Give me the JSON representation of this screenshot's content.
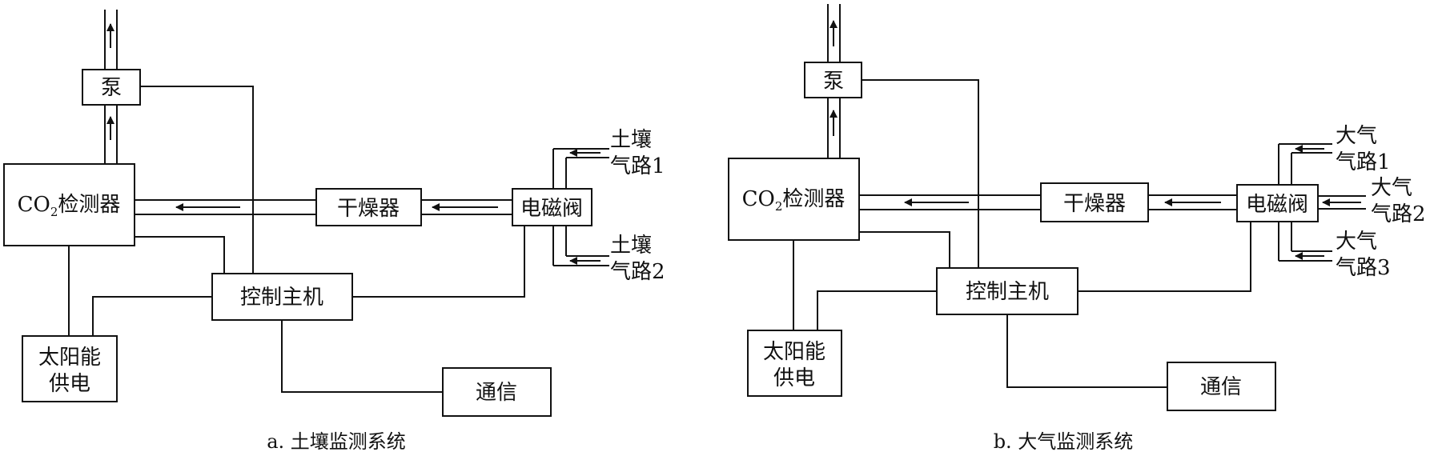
{
  "diagram_a": {
    "caption": "a. 土壤监测系统",
    "pump": "泵",
    "detector_prefix": "CO",
    "detector_sub": "2",
    "detector_suffix": "检测器",
    "dryer": "干燥器",
    "valve": "电磁阀",
    "controller": "控制主机",
    "solar_line1": "太阳能",
    "solar_line2": "供电",
    "comm": "通信",
    "inputs": [
      {
        "line1": "土壤",
        "line2": "气路1"
      },
      {
        "line1": "土壤",
        "line2": "气路2"
      }
    ]
  },
  "diagram_b": {
    "caption": "b. 大气监测系统",
    "pump": "泵",
    "detector_prefix": "CO",
    "detector_sub": "2",
    "detector_suffix": "检测器",
    "dryer": "干燥器",
    "valve": "电磁阀",
    "controller": "控制主机",
    "solar_line1": "太阳能",
    "solar_line2": "供电",
    "comm": "通信",
    "inputs": [
      {
        "line1": "大气",
        "line2": "气路1"
      },
      {
        "line1": "大气",
        "line2": "气路2"
      },
      {
        "line1": "大气",
        "line2": "气路3"
      }
    ]
  }
}
